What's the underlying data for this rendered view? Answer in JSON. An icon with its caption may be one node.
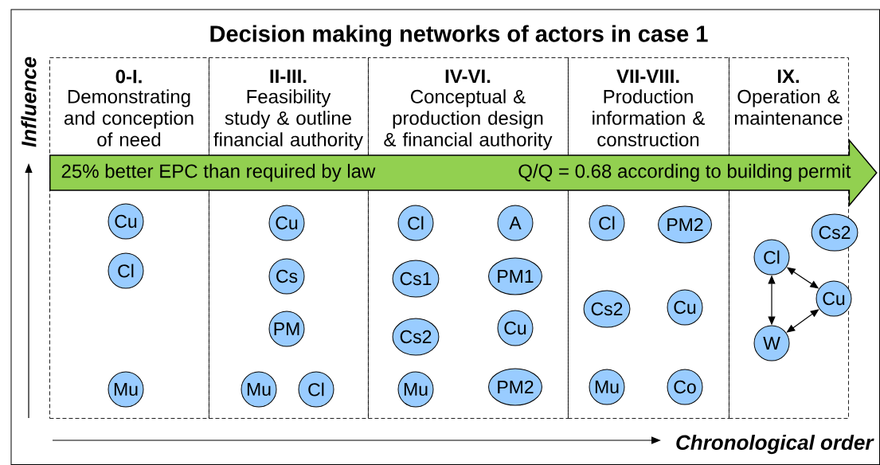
{
  "diagram": {
    "title": "Decision making networks of actors in case 1",
    "nodes": [
      {
        "text": [
          "0-I.",
          "Demonstrating and conception of need"
        ]
      },
      {
        "text": [
          "II-III.",
          "Feasibility study & outline financial authority"
        ]
      },
      {
        "text": [
          "IV-VI.",
          "Conceptual & production design & financial authority"
        ]
      },
      {
        "text": [
          "VII-VIII.",
          "Production information & construction"
        ]
      },
      {
        "text": [
          "IX.",
          "Operation & maintenance"
        ]
      },
      {
        "text": [
          "25% better EPC than required by law",
          "Q/Q = 0.68 according to building permit"
        ]
      },
      {
        "text": [
          "Cu"
        ],
        "in": 0
      },
      {
        "text": [
          "Cl"
        ],
        "in": 0
      },
      {
        "text": [
          "Mu"
        ],
        "in": 0
      },
      {
        "text": [
          "Cu"
        ],
        "in": 1
      },
      {
        "text": [
          "Cs"
        ],
        "in": 1
      },
      {
        "text": [
          "PM"
        ],
        "in": 1
      },
      {
        "text": [
          "Mu"
        ],
        "in": 1
      },
      {
        "text": [
          "Cl"
        ],
        "in": 1
      },
      {
        "text": [
          "Cl"
        ],
        "in": 2
      },
      {
        "text": [
          "A"
        ],
        "in": 2
      },
      {
        "text": [
          "Cs1"
        ],
        "in": 2
      },
      {
        "text": [
          "PM1"
        ],
        "in": 2
      },
      {
        "text": [
          "Cs2"
        ],
        "in": 2
      },
      {
        "text": [
          "Cu"
        ],
        "in": 2
      },
      {
        "text": [
          "Mu"
        ],
        "in": 2
      },
      {
        "text": [
          "PM2"
        ],
        "in": 2
      },
      {
        "text": [
          "Cl"
        ],
        "in": 3
      },
      {
        "text": [
          "PM2"
        ],
        "in": 3
      },
      {
        "text": [
          "Cs2"
        ],
        "in": 3
      },
      {
        "text": [
          "Cu"
        ],
        "in": 3
      },
      {
        "text": [
          "Mu"
        ],
        "in": 3
      },
      {
        "text": [
          "Co"
        ],
        "in": 3
      },
      {
        "text": [
          "Cs2"
        ],
        "in": 4
      },
      {
        "text": [
          "Cl"
        ],
        "in": 4
      },
      {
        "text": [
          "Cu"
        ],
        "in": 4
      },
      {
        "text": [
          "W"
        ],
        "in": 4
      }
    ],
    "edges": [
      {
        "from": 29,
        "to": 30,
        "arrow": "both"
      },
      {
        "from": 29,
        "to": 31,
        "arrow": "both"
      },
      {
        "from": 31,
        "to": 30,
        "arrow": "both"
      }
    ],
    "labels": [
      "Influence",
      "Chronological order"
    ]
  }
}
